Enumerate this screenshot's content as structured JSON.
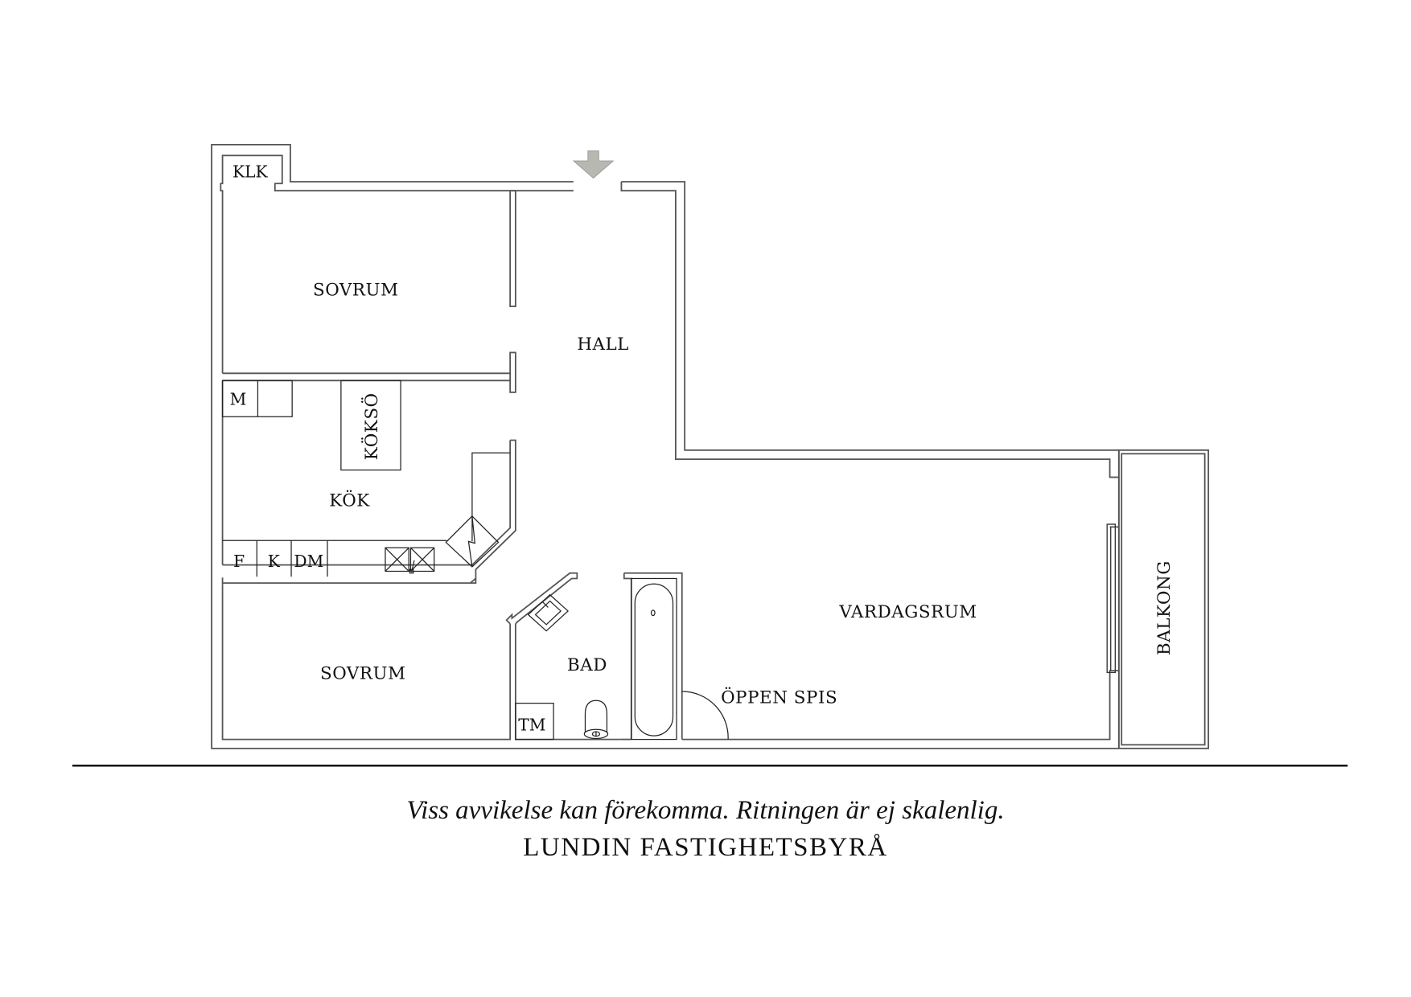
{
  "floorplan": {
    "rooms": {
      "klk": "KLK",
      "sovrum_top": "SOVRUM",
      "hall": "HALL",
      "kokso": "KÖKSÖ",
      "kok": "KÖK",
      "sovrum_bottom": "SOVRUM",
      "bad": "BAD",
      "vardagsrum": "VARDAGSRUM",
      "oppen_spis": "ÖPPEN SPIS",
      "balkong": "BALKONG"
    },
    "appliances": {
      "m": "M",
      "f": "F",
      "k": "K",
      "dm": "DM",
      "tm": "TM"
    },
    "entrance_icon": "entrance-arrow-icon",
    "colors": {
      "wall": "#555555",
      "arrow": "#b8b8b3",
      "text": "#111111"
    }
  },
  "footer": {
    "disclaimer": "Viss avvikelse kan förekomma. Ritningen är ej skalenlig.",
    "brand": "LUNDIN FASTIGHETSBYRÅ"
  }
}
